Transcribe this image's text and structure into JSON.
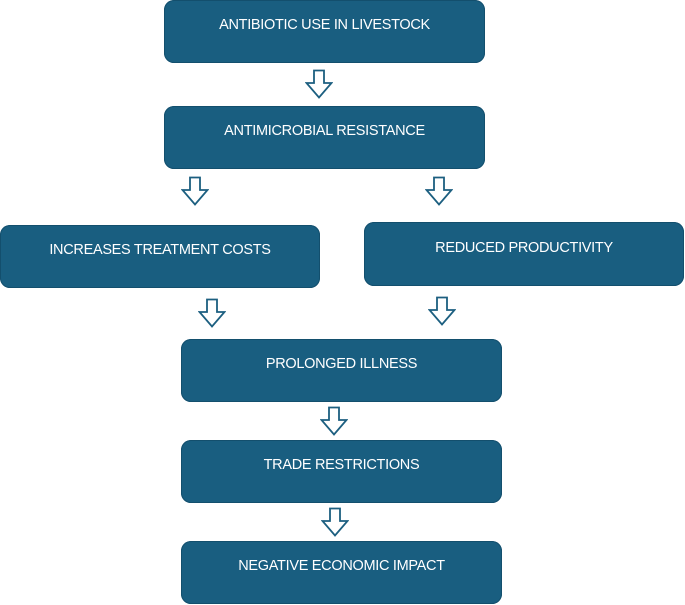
{
  "colors": {
    "box_fill": "#195e80",
    "arrow_stroke": "#1c5f80",
    "text": "#ffffff"
  },
  "nodes": {
    "antibiotic_use": "ANTIBIOTIC USE IN LIVESTOCK",
    "antimicrobial_resistance": "ANTIMICROBIAL RESISTANCE",
    "treatment_costs": "INCREASES TREATMENT COSTS",
    "reduced_productivity": "REDUCED PRODUCTIVITY",
    "prolonged_illness": "PROLONGED ILLNESS",
    "trade_restrictions": "TRADE RESTRICTIONS",
    "economic_impact": "NEGATIVE ECONOMIC IMPACT"
  },
  "edges": [
    [
      "antibiotic_use",
      "antimicrobial_resistance"
    ],
    [
      "antimicrobial_resistance",
      "treatment_costs"
    ],
    [
      "antimicrobial_resistance",
      "reduced_productivity"
    ],
    [
      "treatment_costs",
      "prolonged_illness"
    ],
    [
      "reduced_productivity",
      "prolonged_illness"
    ],
    [
      "prolonged_illness",
      "trade_restrictions"
    ],
    [
      "trade_restrictions",
      "economic_impact"
    ]
  ],
  "arrow_icon": "down-arrow-outline-icon"
}
